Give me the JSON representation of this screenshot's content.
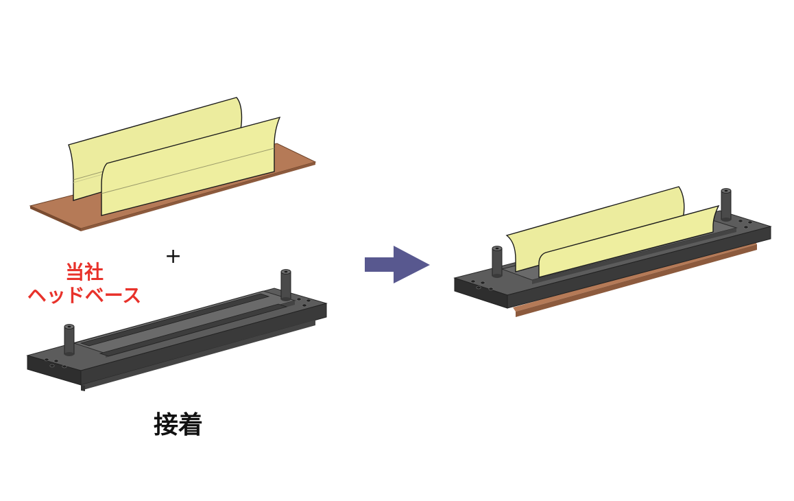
{
  "labels": {
    "plus": "+",
    "company_line1": "当社",
    "company_line2": "ヘッドベース",
    "bond": "接着"
  },
  "colors": {
    "film": "#ecec9e",
    "film_edge": "#1a1a1a",
    "substrate": "#b57a57",
    "base_top": "#5c5c5c",
    "base_front": "#3a3a3a",
    "arrow": "#58588f",
    "company_text": "#e8322b"
  },
  "icons": {
    "process_arrow": "right-arrow-icon"
  }
}
